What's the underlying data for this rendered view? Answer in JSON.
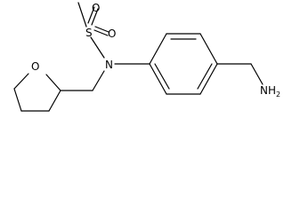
{
  "structure": {
    "atoms": {
      "oxygen_ring": "O",
      "sulfur": "S",
      "oxygen_top": "O",
      "oxygen_right": "O",
      "nitrogen": "N",
      "amine": "NH",
      "amine_subscript": "2"
    }
  }
}
